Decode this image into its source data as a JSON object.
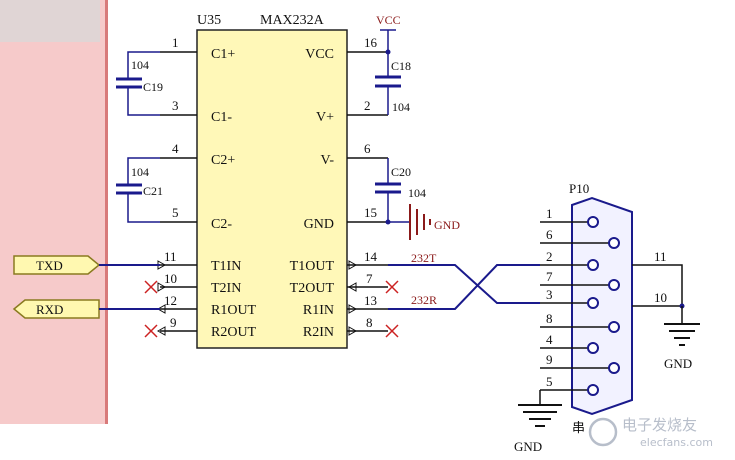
{
  "chip": {
    "designator": "U35",
    "part": "MAX232A",
    "left_pins": [
      {
        "num": "1",
        "label": "C1+"
      },
      {
        "num": "3",
        "label": "C1-"
      },
      {
        "num": "4",
        "label": "C2+"
      },
      {
        "num": "5",
        "label": "C2-"
      },
      {
        "num": "11",
        "label": "T1IN"
      },
      {
        "num": "10",
        "label": "T2IN"
      },
      {
        "num": "12",
        "label": "R1OUT"
      },
      {
        "num": "9",
        "label": "R2OUT"
      }
    ],
    "right_pins": [
      {
        "num": "16",
        "label": "VCC"
      },
      {
        "num": "2",
        "label": "V+"
      },
      {
        "num": "6",
        "label": "V-"
      },
      {
        "num": "15",
        "label": "GND"
      },
      {
        "num": "14",
        "label": "T1OUT"
      },
      {
        "num": "7",
        "label": "T2OUT"
      },
      {
        "num": "13",
        "label": "R1IN"
      },
      {
        "num": "8",
        "label": "R2IN"
      }
    ]
  },
  "capacitors": {
    "c19": {
      "value": "104",
      "name": "C19"
    },
    "c21": {
      "value": "104",
      "name": "C21"
    },
    "c18": {
      "value": "104",
      "name": "C18"
    },
    "c20": {
      "value": "104",
      "name": "C20"
    }
  },
  "power": {
    "vcc": "VCC",
    "gnd": "GND"
  },
  "ports": {
    "txd": "TXD",
    "rxd": "RXD"
  },
  "nets": {
    "tx": "232T",
    "rx": "232R"
  },
  "connector": {
    "designator": "P10",
    "pins": [
      "1",
      "6",
      "2",
      "7",
      "3",
      "8",
      "4",
      "9",
      "5"
    ],
    "shield_pins": [
      "11",
      "10"
    ],
    "partial_label": "串"
  },
  "watermark": {
    "text": "电子发烧友",
    "domain": "elecfans.com"
  }
}
